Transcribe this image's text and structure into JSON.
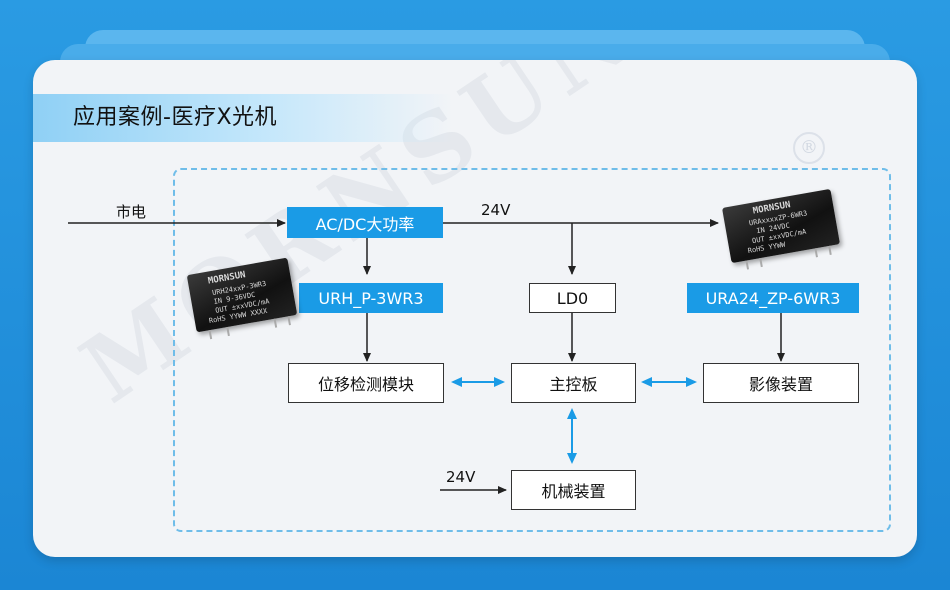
{
  "title": "应用案例-医疗X光机",
  "watermark": "MORNSUN",
  "registered_mark": "®",
  "colors": {
    "accent": "#1a9be6",
    "background": "#2a9be3",
    "card": "#f2f4f7",
    "arrow_bidir": "#1a9be6"
  },
  "inputs": {
    "mains": "市电",
    "v24_top": "24V",
    "v24_bottom": "24V"
  },
  "blocks": {
    "acdc": "AC/DC大功率",
    "urh": "URH_P-3WR3",
    "ldo": "LD0",
    "ura": "URA24_ZP-6WR3",
    "position": "位移检测模块",
    "main_board": "主控板",
    "imaging": "影像装置",
    "mechanical": "机械装置"
  },
  "modules": {
    "urh_pic": {
      "brand": "MORNSUN",
      "model": "URH24xxP-3WR3",
      "line2": "IN 9-36VDC",
      "line3": "OUT ±xxVDC/mA",
      "line4": "RoHS  YYWW  XXXX"
    },
    "ura_pic": {
      "brand": "MORNSUN",
      "model": "URAxxxxZP-6WR3",
      "line2": "IN 24VDC",
      "line3": "OUT ±xxVDC/mA",
      "line4": "RoHS  YYWW"
    }
  }
}
